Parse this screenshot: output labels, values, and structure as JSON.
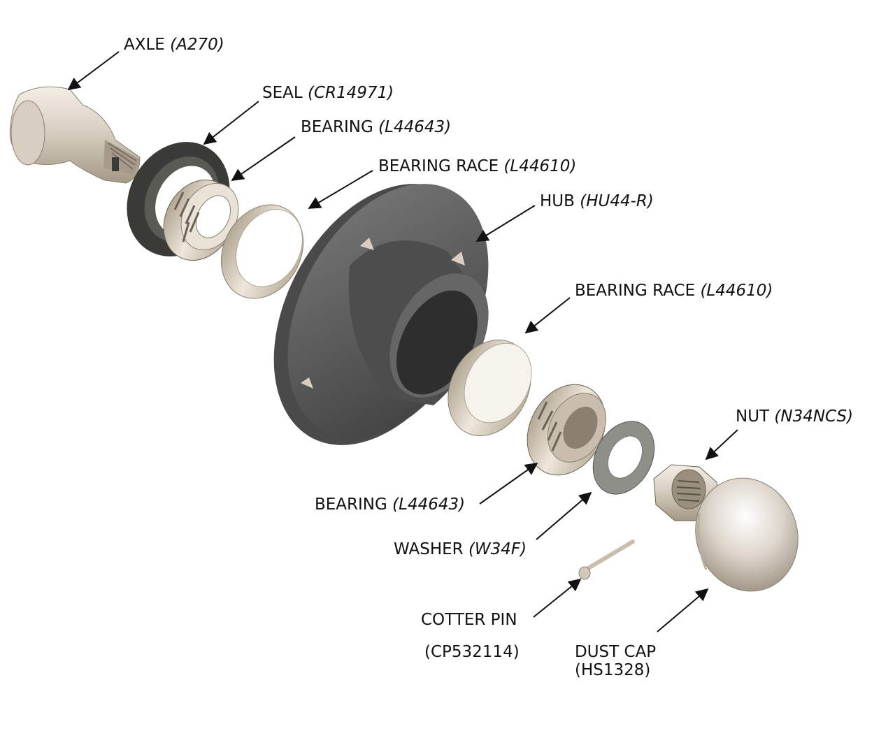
{
  "labels": {
    "axle": {
      "name": "AXLE",
      "part": "(A270)"
    },
    "seal": {
      "name": "SEAL",
      "part": "(CR14971)"
    },
    "bearing_inner": {
      "name": "BEARING",
      "part": "(L44643)"
    },
    "race_inner": {
      "name": "BEARING RACE",
      "part": "(L44610)"
    },
    "hub": {
      "name": "HUB",
      "part": "(HU44-R)"
    },
    "race_outer": {
      "name": "BEARING RACE",
      "part": "(L44610)"
    },
    "nut": {
      "name": "NUT",
      "part": "(N34NCS)"
    },
    "bearing_outer": {
      "name": "BEARING",
      "part": "(L44643)"
    },
    "washer": {
      "name": "WASHER",
      "part": "(W34F)"
    },
    "cotter_pin": {
      "name": "COTTER PIN",
      "part": "(CP532114)"
    },
    "dust_cap": {
      "name": "DUST CAP",
      "part": "(HS1328)"
    }
  },
  "colors": {
    "metal_light": "#e6ddd0",
    "metal_mid": "#b9ad9e",
    "hub_dark": "#5a5a5a",
    "seal_dark": "#3a3a36"
  }
}
